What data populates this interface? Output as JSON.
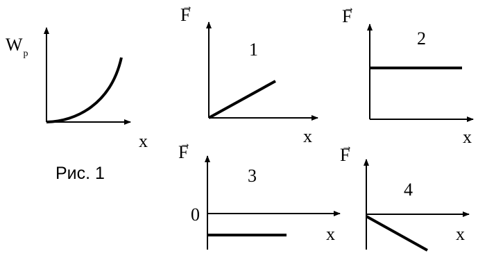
{
  "caption": "Рис. 1",
  "graph_wp": {
    "y_label": "W",
    "y_label_sub": "p",
    "x_label": "x"
  },
  "graph_1": {
    "number": "1",
    "y_label": "F",
    "x_label": "x"
  },
  "graph_2": {
    "number": "2",
    "y_label": "F",
    "x_label": "x"
  },
  "graph_3": {
    "number": "3",
    "y_label": "F",
    "x_label": "x",
    "origin_label": "0"
  },
  "graph_4": {
    "number": "4",
    "y_label": "F",
    "x_label": "x"
  },
  "colors": {
    "ink": "#000000",
    "background": "#ffffff"
  }
}
